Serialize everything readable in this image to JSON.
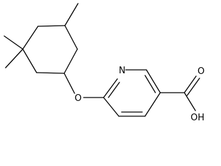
{
  "molecule": {
    "atoms": {
      "nitrogen": "N",
      "ether_oxygen": "O",
      "carbonyl_oxygen": "O",
      "hydroxyl": "OH"
    },
    "colors": {
      "bond": "#000000",
      "label": "#000000",
      "background": "#ffffff"
    }
  }
}
